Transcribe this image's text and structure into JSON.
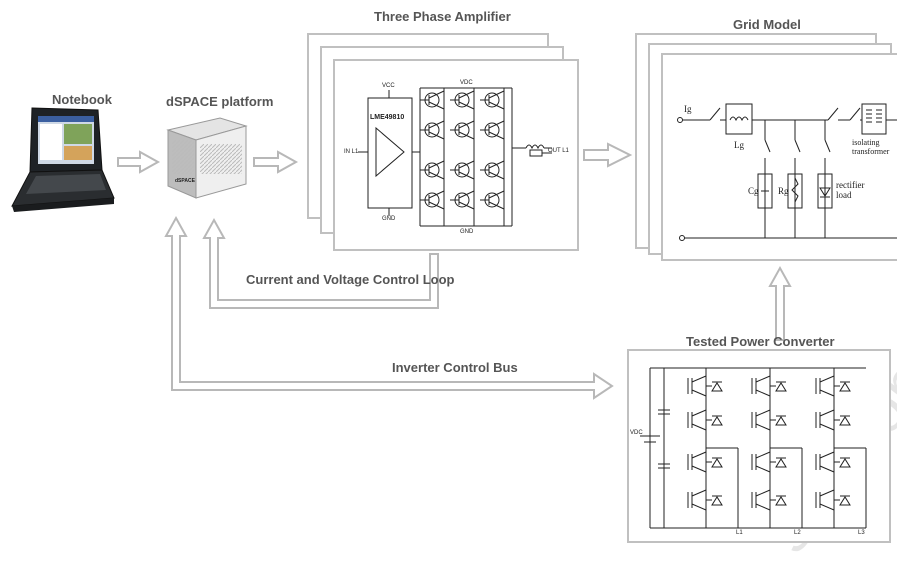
{
  "labels": {
    "notebook": "Notebook",
    "dspace": "dSPACE platform",
    "amplifier": "Three Phase Amplifier",
    "grid": "Grid Model",
    "control_loop": "Current and Voltage Control Loop",
    "control_bus": "Inverter Control Bus",
    "converter": "Tested Power Converter"
  },
  "amplifier_schematic": {
    "chip": "LME49810",
    "vcc": "VCC",
    "vdc": "VDC",
    "gnd_left": "GND",
    "gnd_bottom": "GND",
    "input": "IN L1",
    "output": "OUT L1"
  },
  "grid_schematic": {
    "source": "Ig",
    "inductor": "Lg",
    "capacitor": "Cg",
    "resistor": "Rg",
    "rectifier": "rectifier load",
    "transformer": "isolating transformer"
  },
  "converter_schematic": {
    "vdc": "VDC",
    "l1": "L1",
    "l2": "L2",
    "l3": "L3"
  },
  "device": {
    "brand": "dSPACE"
  },
  "watermark": "solution"
}
